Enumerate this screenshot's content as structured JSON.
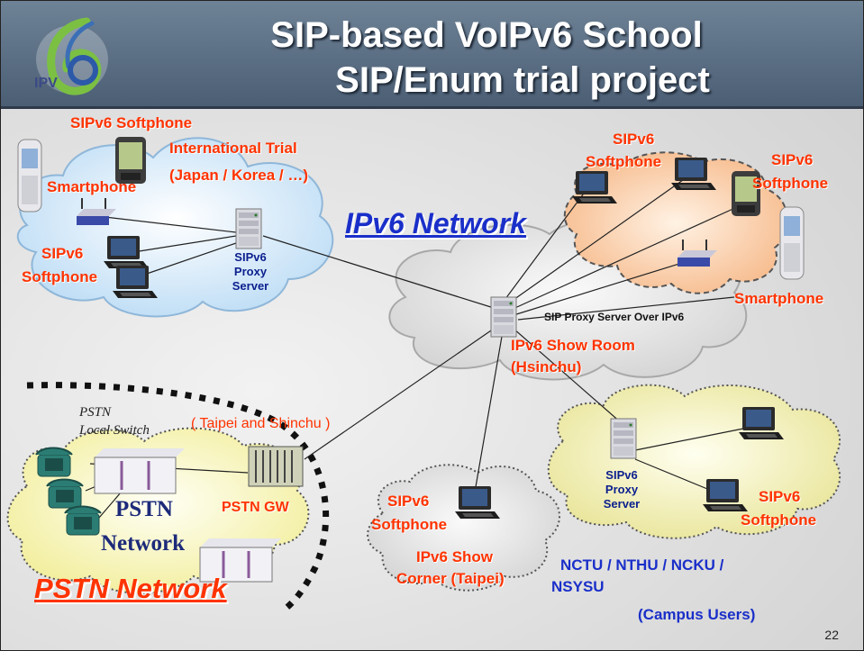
{
  "slide": {
    "title_line1": "SIP-based VoIPv6 School",
    "title_line2": "SIP/Enum trial project",
    "logo_text": "IPV",
    "page_number": "22"
  },
  "colors": {
    "header": "#5b6e85",
    "label_red": "#ff3300",
    "label_navy": "#0b1f8e",
    "label_blue": "#1a2fc9",
    "cloud_blue": "#d6eaf8",
    "cloud_gray": "#e8e8e8",
    "cloud_orange": "#f8cfa8",
    "cloud_yellow": "#f4f2b8",
    "cloud_gray_small": "#e6e6e6"
  },
  "labels": {
    "sipv6_softphone_top": "SIPv6 Softphone",
    "international_trial_1": "International Trial",
    "international_trial_2": "(Japan / Korea / …)",
    "smartphone_left": "Smartphone",
    "sipv6_left_1": "SIPv6",
    "softphone_left": "Softphone",
    "proxy_left_1": "SIPv6",
    "proxy_left_2": "Proxy",
    "proxy_left_3": "Server",
    "ipv6_network": "IPv6 Network",
    "sipv6_top_right_1": "SIPv6",
    "softphone_top_right": "Softphone",
    "sipv6_far_right_1": "SIPv6",
    "softphone_far_right": "Softphone",
    "smartphone_right": "Smartphone",
    "sip_proxy_over_ipv6": "SIP Proxy Server Over IPv6",
    "ipv6_show_room": "IPv6 Show Room",
    "hsinchu": "(Hsinchu)",
    "pstn_local_1": "PSTN",
    "pstn_local_2": "Local Switch",
    "taipei_shinchu": "( Taipei and Shinchu )",
    "pstn_gw": "PSTN GW",
    "pstn_cloud_1": "PSTN",
    "pstn_cloud_2": "Network",
    "pstn_network_big": "PSTN Network",
    "sipv6_corner_1": "SIPv6",
    "softphone_corner": "Softphone",
    "show_corner_1": "IPv6 Show",
    "show_corner_2": "Corner (Taipei)",
    "proxy_campus_1": "SIPv6",
    "proxy_campus_2": "Proxy",
    "proxy_campus_3": "Server",
    "sipv6_campus_1": "SIPv6",
    "softphone_campus": "Softphone",
    "universities_1": "NCTU / NTHU  / NCKU /",
    "universities_2": "NSYSU",
    "campus_users": "(Campus Users)"
  },
  "icons": [
    "laptop-icon",
    "pda-icon",
    "smartphone-icon",
    "router-icon",
    "server-icon",
    "telephone-icon",
    "switch-cabinet-icon",
    "gateway-rack-icon"
  ]
}
